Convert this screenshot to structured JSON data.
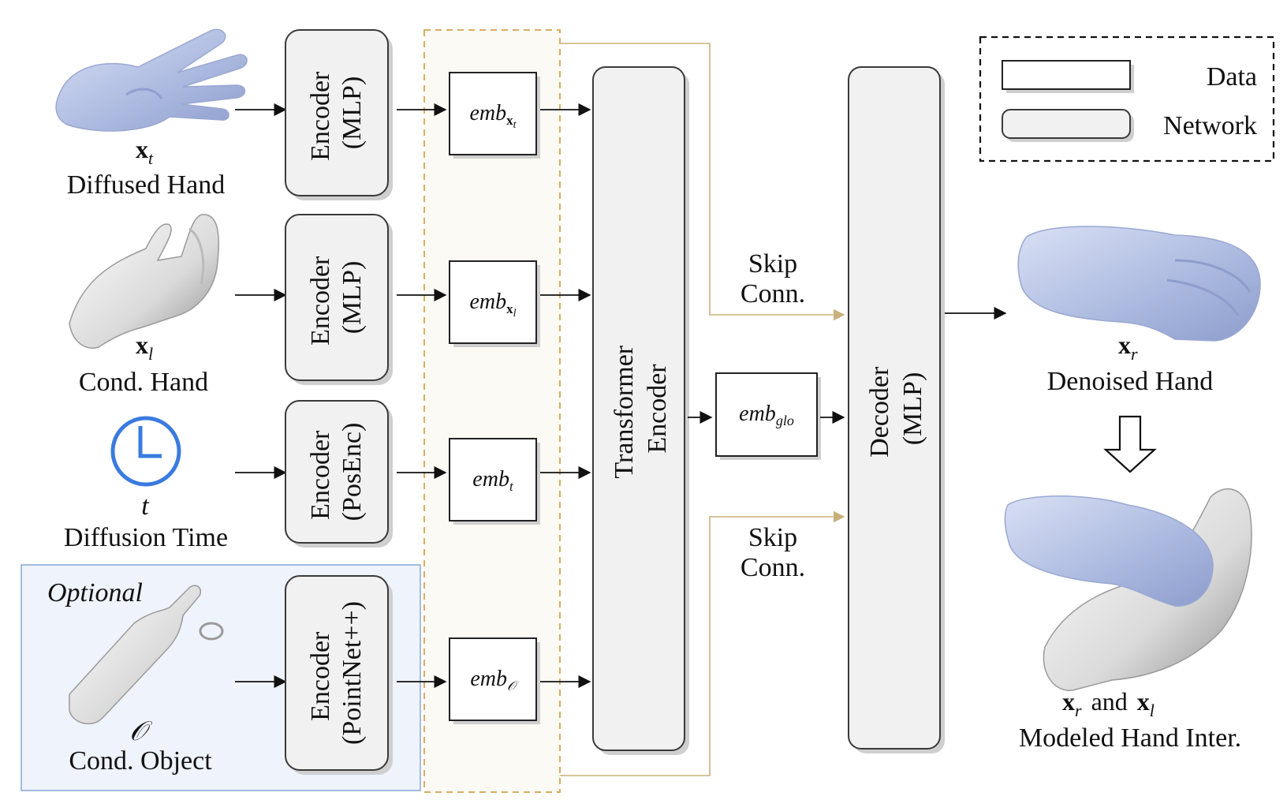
{
  "inputs": [
    {
      "symbol": "x",
      "subscript": "t",
      "label": "Diffused Hand"
    },
    {
      "symbol": "x",
      "subscript": "l",
      "label": "Cond. Hand"
    },
    {
      "symbol": "t",
      "subscript": "",
      "label": "Diffusion Time"
    },
    {
      "symbol": "𝒪",
      "subscript": "",
      "label": "Cond. Object"
    }
  ],
  "optional_label": "Optional",
  "encoders": [
    {
      "line1": "Encoder",
      "line2": "(MLP)"
    },
    {
      "line1": "Encoder",
      "line2": "(MLP)"
    },
    {
      "line1": "Encoder",
      "line2": "(PosEnc)"
    },
    {
      "line1": "Encoder",
      "line2": "(PointNet++)"
    }
  ],
  "embeddings": [
    {
      "base": "emb",
      "sub": "x",
      "subsub": "t"
    },
    {
      "base": "emb",
      "sub": "x",
      "subsub": "l"
    },
    {
      "base": "emb",
      "sub": "t",
      "subsub": ""
    },
    {
      "base": "emb",
      "sub": "𝒪",
      "subsub": ""
    }
  ],
  "transformer": {
    "line1": "Transformer",
    "line2": "Encoder"
  },
  "global_emb": {
    "base": "emb",
    "sub": "glo"
  },
  "decoder": {
    "line1": "Decoder",
    "line2": "(MLP)"
  },
  "skip_top": {
    "line1": "Skip",
    "line2": "Conn."
  },
  "skip_bottom": {
    "line1": "Skip",
    "line2": "Conn."
  },
  "outputs": {
    "denoised": {
      "symbol": "x",
      "subscript": "r",
      "label": "Denoised Hand"
    },
    "modeled": {
      "symbol_a": "x",
      "sub_a": "r",
      "joiner": "and",
      "symbol_b": "x",
      "sub_b": "l",
      "label": "Modeled Hand Inter."
    }
  },
  "legend": {
    "data": "Data",
    "network": "Network"
  },
  "colors": {
    "hand_blue": "#b7c4e6",
    "hand_white": "#e6e6e6",
    "clock_blue": "#3b7be0",
    "optional_bg": "#eef3fc",
    "emb_column_bg": "#fbfaf4",
    "emb_column_border": "#d9ad62",
    "skip_line": "#c9b07a"
  }
}
